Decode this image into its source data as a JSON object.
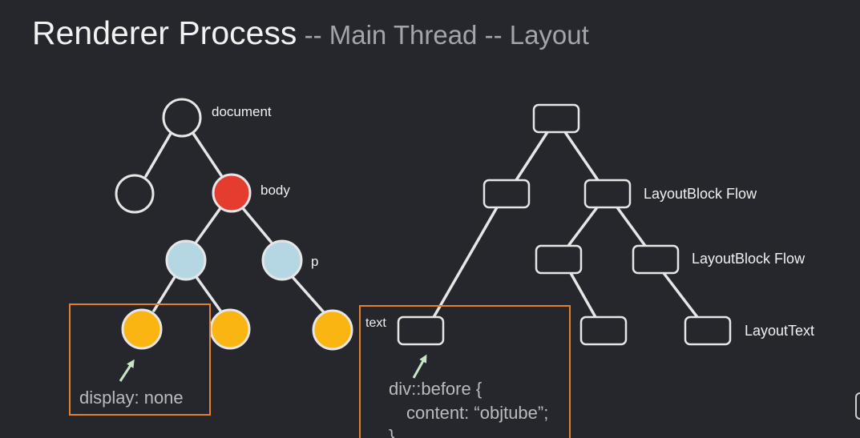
{
  "title": {
    "main": "Renderer Process",
    "sub": " -- Main Thread -- Layout"
  },
  "dom_tree": {
    "labels": {
      "document": "document",
      "body": "body",
      "p": "p"
    },
    "annotation": "display: none"
  },
  "layout_tree": {
    "labels": {
      "block_flow_1": "LayoutBlock Flow",
      "block_flow_2": "LayoutBlock Flow",
      "layout_text": "LayoutText",
      "text": "text"
    },
    "code_lines": [
      "div::before {",
      "content: “objtube”;",
      "}"
    ]
  },
  "colors": {
    "background": "#25272d",
    "root_node": "#25272d",
    "body_node": "#e43d30",
    "p_node": "#b5d6e3",
    "leaf_node": "#fab512",
    "highlight_box": "#e3812d",
    "arrow": "#c8e6c6",
    "stroke": "#e6e6e6"
  }
}
